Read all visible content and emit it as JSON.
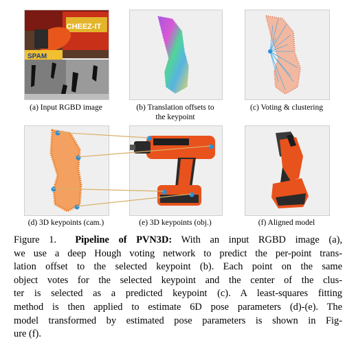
{
  "panels": {
    "a": {
      "caption": "(a) Input RGBD image",
      "scene_text": "CHEEZ-IT",
      "scene_text2": "SPAM"
    },
    "b": {
      "caption_line1": "(b) Translation offsets to",
      "caption_line2": "the keypoint"
    },
    "c": {
      "caption": "(c) Voting & clustering"
    },
    "d": {
      "caption": "(d) 3D keypoints (cam.)"
    },
    "e": {
      "caption": "(e) 3D keypoints (obj.)"
    },
    "f": {
      "caption": "(f) Aligned model"
    }
  },
  "colors": {
    "point_cloud": "#ee7a22",
    "drill_body": "#e8521c",
    "keypoint": "#2a8fd8",
    "vote_lines": "#4aa9e0",
    "panel_bg": "#efefef"
  },
  "figure_caption": {
    "label": "Figure 1.",
    "title": "Pipeline of PVN3D:",
    "lines": [
      "With an input RGBD image (a),",
      "we use a deep Hough voting network to predict the per-point trans-",
      "lation offset to the selected keypoint (b). Each point on the same",
      "object votes for the selected keypoint and the center of the clus-",
      "ter is selected as a predicted keypoint (c). A least-squares fitting",
      "method is then applied to estimate 6D pose parameters (d)-(e). The",
      "model transformed by estimated pose parameters is shown in Fig-",
      "ure (f)."
    ]
  }
}
